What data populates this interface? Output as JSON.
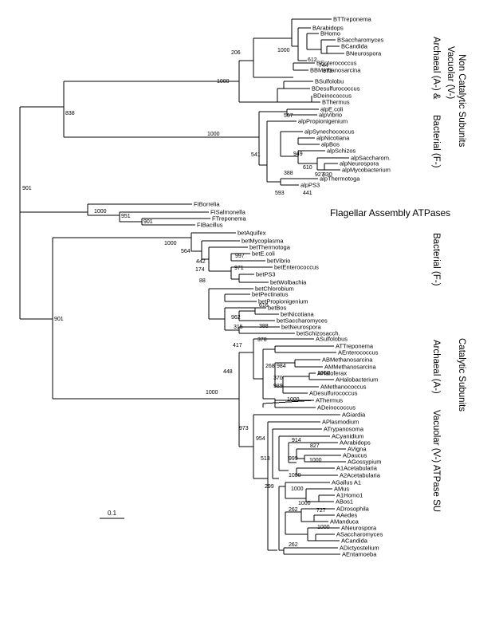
{
  "colors": {
    "line": "#000000",
    "highlight_red": "#d00000",
    "highlight_blue": "#1f2fb0"
  },
  "groups": {
    "non_catalytic": "Non Catalytic Subunits",
    "archaeal_vacuolar_1": "Archaeal (A-) &",
    "archaeal_vacuolar_2": "Vacuolar (V-)",
    "bacterial_f_top": "Bacterial (F-)",
    "flagellar": "Flagellar Assembly ATPases",
    "bacterial_f": "Bacterial (F-)",
    "catalytic": "Catalytic Subunits",
    "archaeal_a": "Archaeal (A-)",
    "vacuolar_atpase": "Vacuolar (V-) ATPase SU"
  },
  "scale": {
    "label": "0.1"
  },
  "leaves": [
    {
      "id": "L0",
      "label": "BTTreponema"
    },
    {
      "id": "L1",
      "label": "BArabidops"
    },
    {
      "id": "L2",
      "label": "BHomo"
    },
    {
      "id": "L3",
      "label": "BSaccharomyces"
    },
    {
      "id": "L4",
      "label": "BCandida"
    },
    {
      "id": "L5",
      "label": "BNeurospora"
    },
    {
      "id": "L6",
      "label": "BEnterococcus"
    },
    {
      "id": "L7",
      "label": "BBMethanosarcina"
    },
    {
      "id": "L8",
      "label": "BSulfolobu"
    },
    {
      "id": "L9",
      "label": "BDesulfurococcus"
    },
    {
      "id": "L10",
      "label": "BDeinococcus"
    },
    {
      "id": "L11",
      "label": "BThermus"
    },
    {
      "id": "L12",
      "label": "alpE.coli"
    },
    {
      "id": "L13",
      "label": "alpVibrio"
    },
    {
      "id": "L14",
      "label": "alpPropionigenium"
    },
    {
      "id": "L15",
      "label": "alpSynechococcus"
    },
    {
      "id": "L16",
      "label": "alpNicotiana"
    },
    {
      "id": "L17",
      "label": "alpBos"
    },
    {
      "id": "L18",
      "label": "alpSchizos"
    },
    {
      "id": "L19",
      "label": "alpSaccharom."
    },
    {
      "id": "L20",
      "label": "alpNeurospora"
    },
    {
      "id": "L21",
      "label": "alpMycobacterium"
    },
    {
      "id": "L22",
      "label": "alpThermotoga"
    },
    {
      "id": "L23",
      "label": "alpPS3"
    },
    {
      "id": "L24",
      "label": "FIBorrelia"
    },
    {
      "id": "L25",
      "label": "FISalmonella"
    },
    {
      "id": "L26",
      "label": "FTreponema"
    },
    {
      "id": "L27",
      "label": "FIBacillus"
    },
    {
      "id": "L28",
      "label": "betAquifex"
    },
    {
      "id": "L29",
      "label": "betMycoplasma"
    },
    {
      "id": "L30",
      "label": "betThermotoga"
    },
    {
      "id": "L31",
      "label": "betE.coli"
    },
    {
      "id": "L32",
      "label": "betVibrio"
    },
    {
      "id": "L33",
      "label": "betEnterococcus"
    },
    {
      "id": "L34",
      "label": "betPS3"
    },
    {
      "id": "L35",
      "label": "betWolbachia"
    },
    {
      "id": "L36",
      "label": "betChlorobium"
    },
    {
      "id": "L37",
      "label": "betPectinatus"
    },
    {
      "id": "L38",
      "label": "betPropionigenium"
    },
    {
      "id": "L39",
      "label": "betBos"
    },
    {
      "id": "L40",
      "label": "betNicotiana"
    },
    {
      "id": "L41",
      "label": "betSaccharomyces"
    },
    {
      "id": "L42",
      "label": "betNeurospora"
    },
    {
      "id": "L43",
      "label": "betSchizosacch."
    },
    {
      "id": "L44",
      "label": "ASulfolobus"
    },
    {
      "id": "L45",
      "label": "ATTreponema"
    },
    {
      "id": "L46",
      "label": "AEnterococcus"
    },
    {
      "id": "L47",
      "label": "ABMethanosarcina"
    },
    {
      "id": "L48",
      "label": "AMMethanosarcina"
    },
    {
      "id": "L49",
      "label": "AHaloferax"
    },
    {
      "id": "L50",
      "label": "AHalobacterium"
    },
    {
      "id": "L51",
      "label": "AMethanococcus"
    },
    {
      "id": "L52",
      "label": "ADesulfurococcus"
    },
    {
      "id": "L53",
      "label": "AThermus"
    },
    {
      "id": "L54",
      "label": "ADeinococcus"
    },
    {
      "id": "L55",
      "label": "AGiardia"
    },
    {
      "id": "L56",
      "label": "APlasmodium"
    },
    {
      "id": "L57",
      "label": "ATrypanosoma"
    },
    {
      "id": "L58",
      "label": "ACyanidium"
    },
    {
      "id": "L59",
      "label": "AArabidops"
    },
    {
      "id": "L60",
      "label": "AVigna"
    },
    {
      "id": "L61",
      "label": "ADaucus"
    },
    {
      "id": "L62",
      "label": "AGossypium"
    },
    {
      "id": "L63",
      "label": "A1Acetabularia"
    },
    {
      "id": "L64",
      "label": "A2Acetabularia"
    },
    {
      "id": "L65",
      "label": "AGallus A1"
    },
    {
      "id": "L66",
      "label": "AMus"
    },
    {
      "id": "L67",
      "label": "A1Homo1"
    },
    {
      "id": "L68",
      "label": "ABos1"
    },
    {
      "id": "L69",
      "label": "ADrosophila"
    },
    {
      "id": "L70",
      "label": "AAedes"
    },
    {
      "id": "L71",
      "label": "AManduca"
    },
    {
      "id": "L72",
      "label": "ANeurospora"
    },
    {
      "id": "L73",
      "label": "ASaccharomyces"
    },
    {
      "id": "L74",
      "label": "ACandida"
    },
    {
      "id": "L75",
      "label": "ADictyostelium"
    },
    {
      "id": "L76",
      "label": "AEntamoeba"
    }
  ],
  "bootstraps": [
    {
      "id": "b206",
      "value": "206"
    },
    {
      "id": "b1000a",
      "value": "1000"
    },
    {
      "id": "b612",
      "value": "612"
    },
    {
      "id": "b744",
      "value": "744"
    },
    {
      "id": "b373",
      "value": "373"
    },
    {
      "id": "b1000b",
      "value": "1000"
    },
    {
      "id": "b567",
      "value": "567"
    },
    {
      "id": "b838",
      "value": "838"
    },
    {
      "id": "b1000c",
      "value": "1000"
    },
    {
      "id": "b541",
      "value": "541"
    },
    {
      "id": "b949",
      "value": "949"
    },
    {
      "id": "b610",
      "value": "610"
    },
    {
      "id": "b927",
      "value": "927"
    },
    {
      "id": "b830",
      "value": "830"
    },
    {
      "id": "b388a",
      "value": "388"
    },
    {
      "id": "b593",
      "value": "593"
    },
    {
      "id": "b441",
      "value": "441"
    },
    {
      "id": "b901a",
      "value": "901"
    },
    {
      "id": "b1000d",
      "value": "1000"
    },
    {
      "id": "b951",
      "value": "951"
    },
    {
      "id": "b901b",
      "value": "901"
    },
    {
      "id": "b1000e",
      "value": "1000"
    },
    {
      "id": "b564",
      "value": "564"
    },
    {
      "id": "b442",
      "value": "442"
    },
    {
      "id": "b997",
      "value": "997"
    },
    {
      "id": "b174",
      "value": "174"
    },
    {
      "id": "b971",
      "value": "971"
    },
    {
      "id": "b88",
      "value": "88"
    },
    {
      "id": "b616",
      "value": "616"
    },
    {
      "id": "b962",
      "value": "962"
    },
    {
      "id": "b315",
      "value": "315"
    },
    {
      "id": "b388b",
      "value": "388"
    },
    {
      "id": "b901c",
      "value": "901"
    },
    {
      "id": "b378",
      "value": "378"
    },
    {
      "id": "b417",
      "value": "417"
    },
    {
      "id": "b268",
      "value": "268"
    },
    {
      "id": "b984",
      "value": "984"
    },
    {
      "id": "b1000f",
      "value": "1000"
    },
    {
      "id": "b370",
      "value": "370"
    },
    {
      "id": "b989",
      "value": "989"
    },
    {
      "id": "b448",
      "value": "448"
    },
    {
      "id": "b1000g",
      "value": "1000"
    },
    {
      "id": "b1000h",
      "value": "1000"
    },
    {
      "id": "b973",
      "value": "973"
    },
    {
      "id": "b954",
      "value": "954"
    },
    {
      "id": "b914",
      "value": "914"
    },
    {
      "id": "b827",
      "value": "827"
    },
    {
      "id": "b999",
      "value": "999"
    },
    {
      "id": "b1000i",
      "value": "1000"
    },
    {
      "id": "b513",
      "value": "513"
    },
    {
      "id": "b1000j",
      "value": "1000"
    },
    {
      "id": "b1000k",
      "value": "1000"
    },
    {
      "id": "b299",
      "value": "299"
    },
    {
      "id": "b1000l",
      "value": "1000"
    },
    {
      "id": "b727",
      "value": "727"
    },
    {
      "id": "b262a",
      "value": "262"
    },
    {
      "id": "b1000m",
      "value": "1000"
    },
    {
      "id": "b262b",
      "value": "262"
    }
  ]
}
